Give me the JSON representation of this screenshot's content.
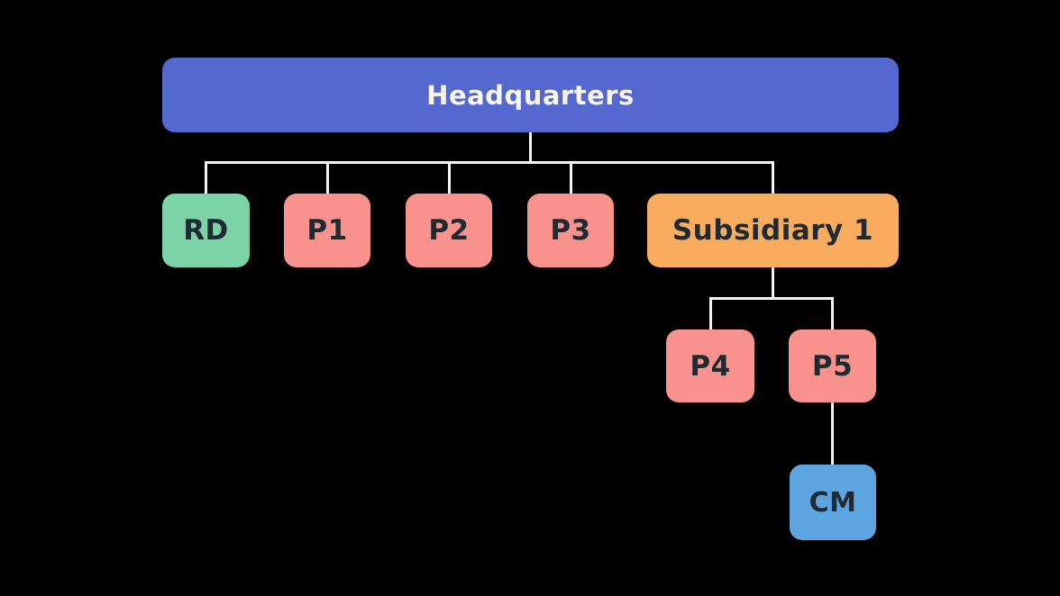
{
  "diagram": {
    "colors": {
      "background": "#000000",
      "connector": "#f5f3ef",
      "node_text": "#1e2b33",
      "headquarters_text": "#f7f5f2",
      "headquarters_fill": "#5568d0",
      "rd_fill": "#7dd3a8",
      "product_fill": "#f9918d",
      "subsidiary_fill": "#f9ab5e",
      "cm_fill": "#5da5e0"
    },
    "nodes": {
      "headquarters": {
        "label": "Headquarters"
      },
      "rd": {
        "label": "RD"
      },
      "p1": {
        "label": "P1"
      },
      "p2": {
        "label": "P2"
      },
      "p3": {
        "label": "P3"
      },
      "subsidiary1": {
        "label": "Subsidiary 1"
      },
      "p4": {
        "label": "P4"
      },
      "p5": {
        "label": "P5"
      },
      "cm": {
        "label": "CM"
      }
    }
  }
}
